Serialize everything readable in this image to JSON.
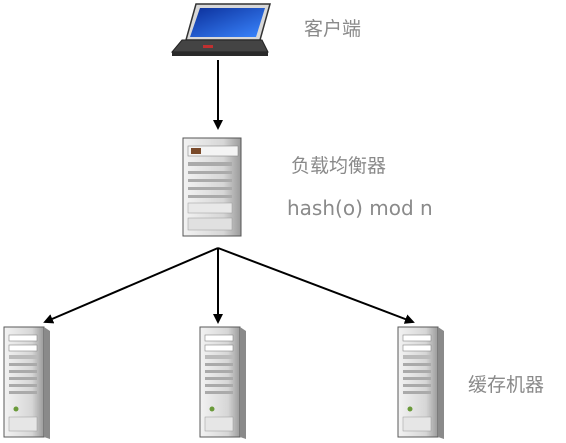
{
  "nodes": {
    "client": {
      "label": "客户端",
      "icon": "laptop-icon"
    },
    "balancer": {
      "label": "负载均衡器",
      "formula": "hash(o) mod n",
      "icon": "server-tower-icon"
    },
    "cache": {
      "label": "缓存机器",
      "icon": "server-tower-icon",
      "count": 3
    }
  },
  "colors": {
    "text": "#8a8a8a",
    "arrow": "#000000",
    "laptop_screen": "#1a5fd6",
    "server_body": "#dcdcdc"
  }
}
